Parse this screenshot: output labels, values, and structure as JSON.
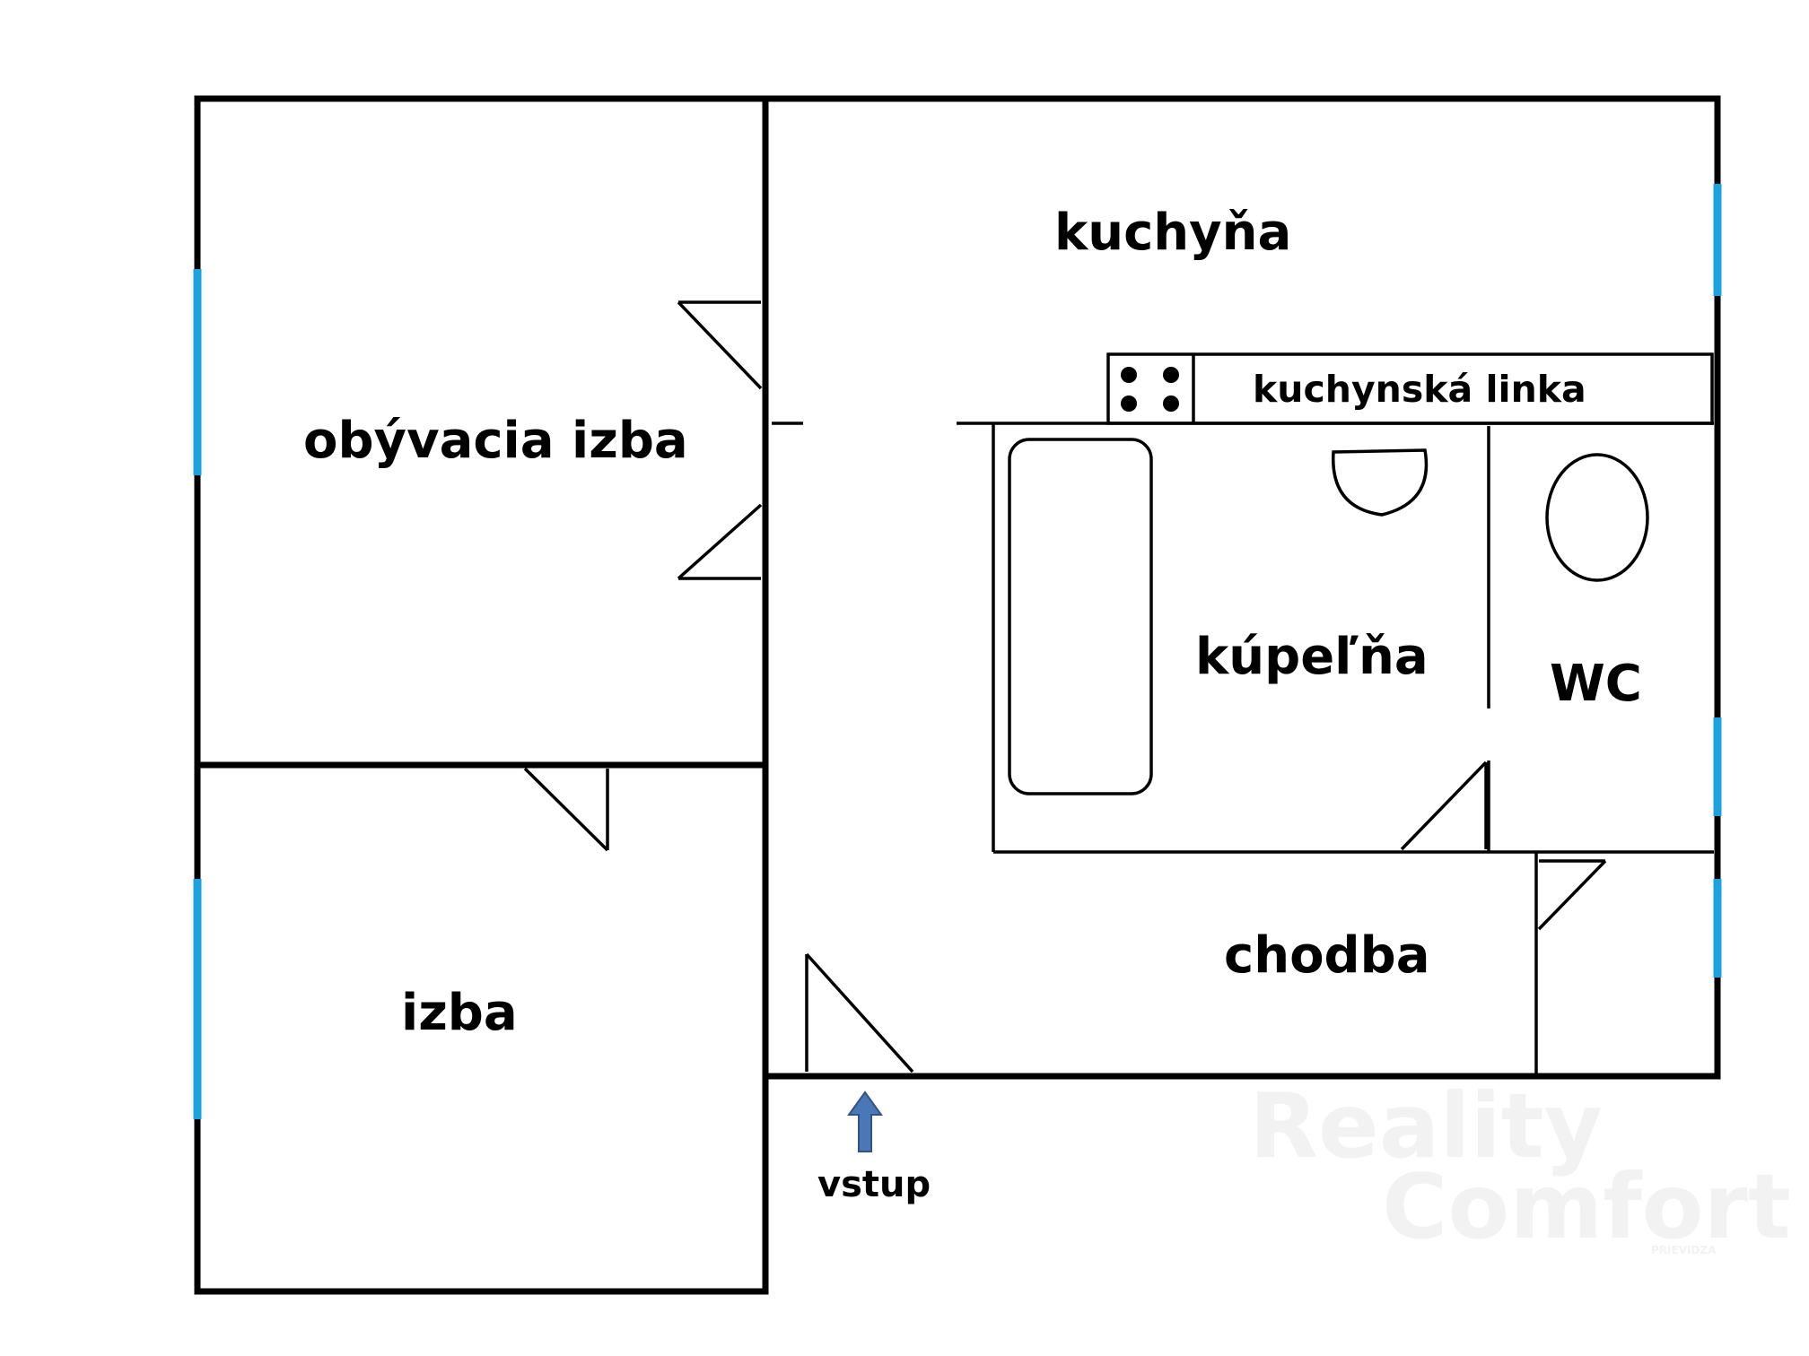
{
  "rooms": {
    "living_room": "obývacia izba",
    "bedroom": "izba",
    "kitchen": "kuchyňa",
    "kitchen_unit": "kuchynská linka",
    "bathroom": "kúpeľňa",
    "wc": "WC",
    "hallway": "chodba"
  },
  "entrance": {
    "label": "vstup"
  },
  "watermark": {
    "line1": "Reality",
    "line2": "Comfort",
    "line3": "PRIEVIDZA"
  },
  "colors": {
    "walls": "#000000",
    "windows": "#1aa3df",
    "entrance_arrow": "#4a77b6"
  }
}
